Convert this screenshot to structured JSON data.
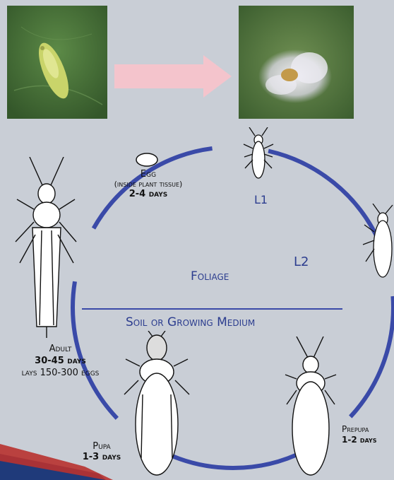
{
  "stages": {
    "egg": {
      "name": "Egg",
      "note": "(inside plant tissue)",
      "duration": "2-4 days"
    },
    "l1": {
      "name": "L1"
    },
    "l2": {
      "name": "L2"
    },
    "prepupa": {
      "name": "Prepupa",
      "duration": "1-2 days"
    },
    "pupa": {
      "name": "Pupa",
      "duration": "1-3 days"
    },
    "adult": {
      "name": "Adult",
      "duration": "30-45 days",
      "eggs": "lays 150-300 eggs"
    }
  },
  "zones": {
    "upper": "Foliage",
    "lower": "Soil or Growing Medium"
  },
  "colors": {
    "cycle": "#3a4aa8",
    "arrow": "#f4c4cc",
    "leaf": "#4f7a3e",
    "background": "#c9ced6"
  },
  "icons": [
    "egg-icon",
    "l1-larva-icon",
    "l2-larva-icon",
    "prepupa-icon",
    "pupa-icon",
    "adult-thrips-icon",
    "pink-arrow-icon"
  ]
}
